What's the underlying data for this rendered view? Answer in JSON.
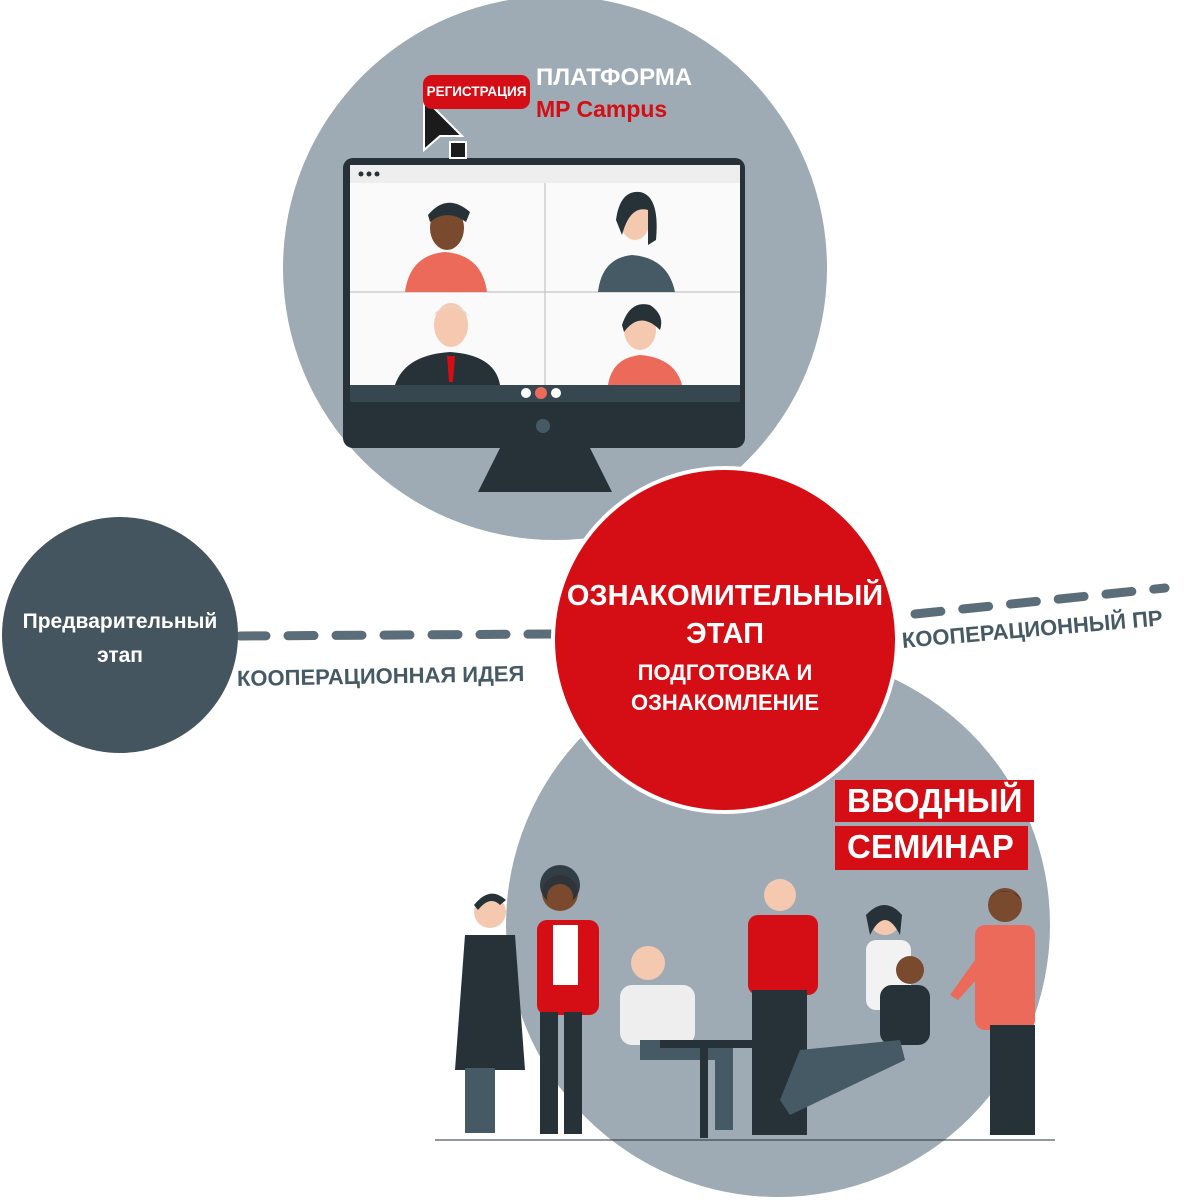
{
  "top": {
    "register_button": "РЕГИСТРАЦИЯ",
    "platform_line1": "ПЛАТФОРМА",
    "platform_line2": "MP Campus"
  },
  "left_stage": {
    "line1": "Предварительный",
    "line2": "этап"
  },
  "left_path_label": "КООПЕРАЦИОННАЯ ИДЕЯ",
  "right_path_label": "КООПЕРАЦИОННЫЙ ПР",
  "center_stage": {
    "title_line1": "ОЗНАКОМИТЕЛЬНЫЙ",
    "title_line2": "ЭТАП",
    "sub_line1": "ПОДГОТОВКА И",
    "sub_line2": "ОЗНАКОМЛЕНИЕ"
  },
  "seminar": {
    "line1": "ВВОДНЫЙ",
    "line2": "СЕМИНАР"
  },
  "colors": {
    "red": "#d40e14",
    "gray": "#9eaab4",
    "dark": "#44555f",
    "ink": "#263238",
    "coral": "#ec6a5a"
  }
}
